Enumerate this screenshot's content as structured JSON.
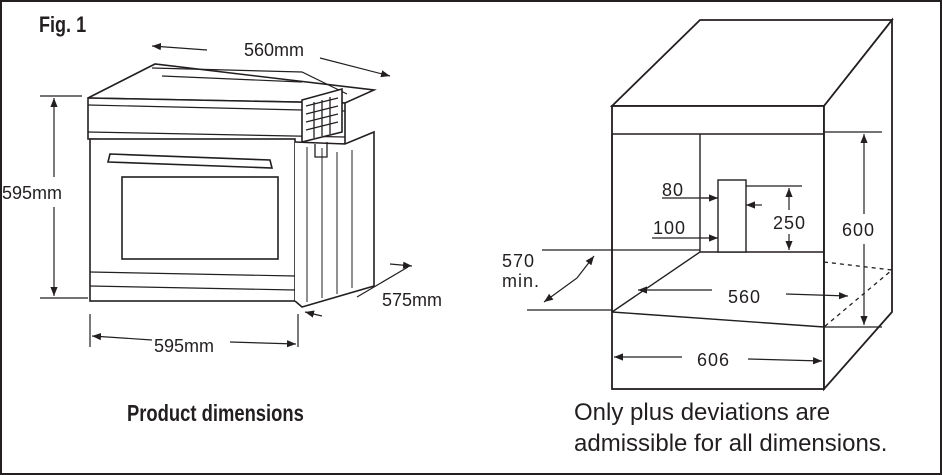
{
  "figure_label": "Fig. 1",
  "product": {
    "caption": "Product dimensions",
    "dims": {
      "depth_top": "560mm",
      "height": "595mm",
      "width": "595mm",
      "depth_side": "575mm"
    }
  },
  "cabinet": {
    "caption_line1": "Only plus deviations are",
    "caption_line2": "admissible for all dimensions.",
    "dims": {
      "top_opening": "80",
      "side_opening": "100",
      "opening_height": "250",
      "height": "600",
      "depth_line1": "570",
      "depth_line2": "min.",
      "inner_width": "560",
      "outer_width": "606"
    }
  },
  "colors": {
    "ink": "#231f20",
    "background": "#ffffff"
  }
}
